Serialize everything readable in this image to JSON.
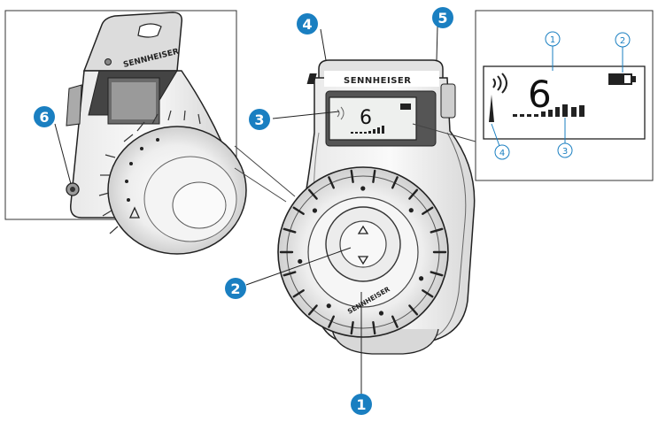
{
  "brand": "SENNHEISER",
  "colors": {
    "callout_fill": "#1a7fc1",
    "callout_text": "#ffffff",
    "device_light": "#f5f5f5",
    "device_mid": "#d4d4d4",
    "outline": "#1c1c1c",
    "lcd_bg": "#e9ebe9",
    "thin_label": "#1a7fc1"
  },
  "callouts": [
    {
      "number": "1",
      "target": "device-front-body"
    },
    {
      "number": "2",
      "target": "navigation-rocker"
    },
    {
      "number": "3",
      "target": "lcd-display"
    },
    {
      "number": "4",
      "target": "antenna"
    },
    {
      "number": "5",
      "target": "side-button"
    },
    {
      "number": "6",
      "target": "headphone-socket"
    }
  ],
  "display": {
    "channel": "6",
    "labels": [
      "1",
      "2",
      "3",
      "4"
    ]
  },
  "icons": [
    "reception-icon",
    "battery-icon",
    "level-bars",
    "arrow-up-icon",
    "arrow-down-icon"
  ]
}
